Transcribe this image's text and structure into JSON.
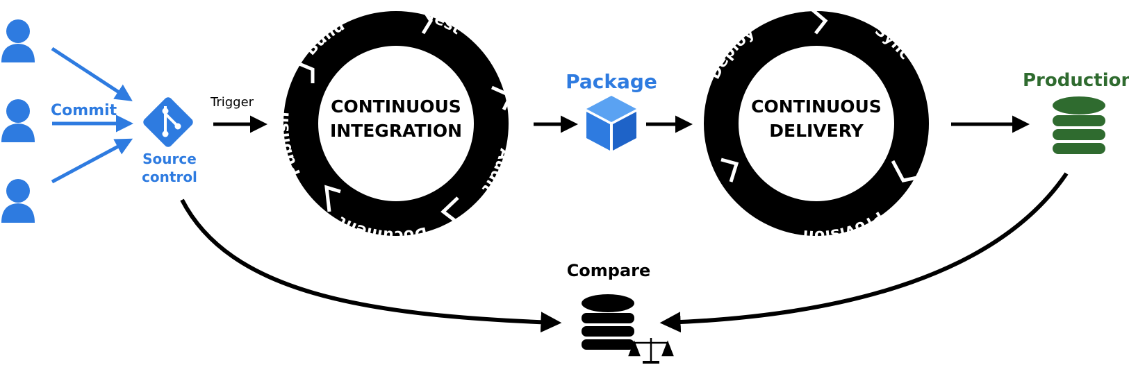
{
  "labels": {
    "commit": "Commit",
    "source_control_line1": "Source",
    "source_control_line2": "control",
    "trigger": "Trigger",
    "package": "Package",
    "production": "Production",
    "compare": "Compare"
  },
  "ci_cycle": {
    "center_line1": "CONTINUOUS",
    "center_line2": "INTEGRATION",
    "steps": [
      "Build",
      "Test",
      "Audit",
      "Document",
      "Publish"
    ]
  },
  "cd_cycle": {
    "center_line1": "CONTINUOUS",
    "center_line2": "DELIVERY",
    "steps": [
      "Sync",
      "Provision",
      "Deploy"
    ]
  },
  "colors": {
    "accent_blue": "#2E7BE0",
    "production_green": "#2F6B2F",
    "ring": "#000000"
  }
}
